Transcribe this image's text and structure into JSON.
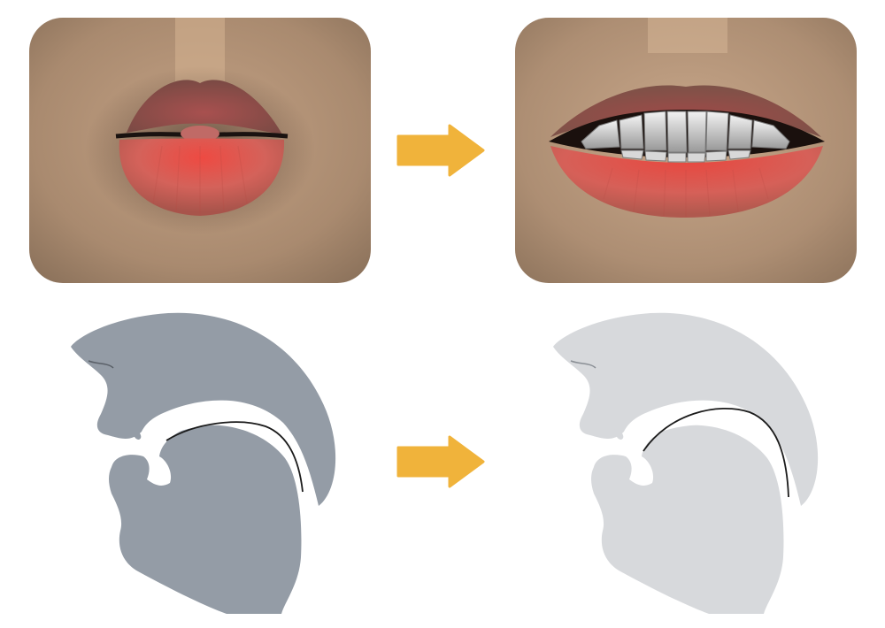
{
  "colors": {
    "arrow": "#f0b33b",
    "skin": "#b49478",
    "lip": "#d9524a",
    "section_dark": "#949ca6",
    "section_light": "#d7d9dc"
  },
  "icons": {
    "arrow": "right-arrow-icon"
  },
  "panels": [
    {
      "id": "mouth-closed",
      "kind": "illustration"
    },
    {
      "id": "mouth-open",
      "kind": "illustration"
    },
    {
      "id": "section-closed",
      "kind": "sagittal-section"
    },
    {
      "id": "section-open",
      "kind": "sagittal-section"
    }
  ]
}
